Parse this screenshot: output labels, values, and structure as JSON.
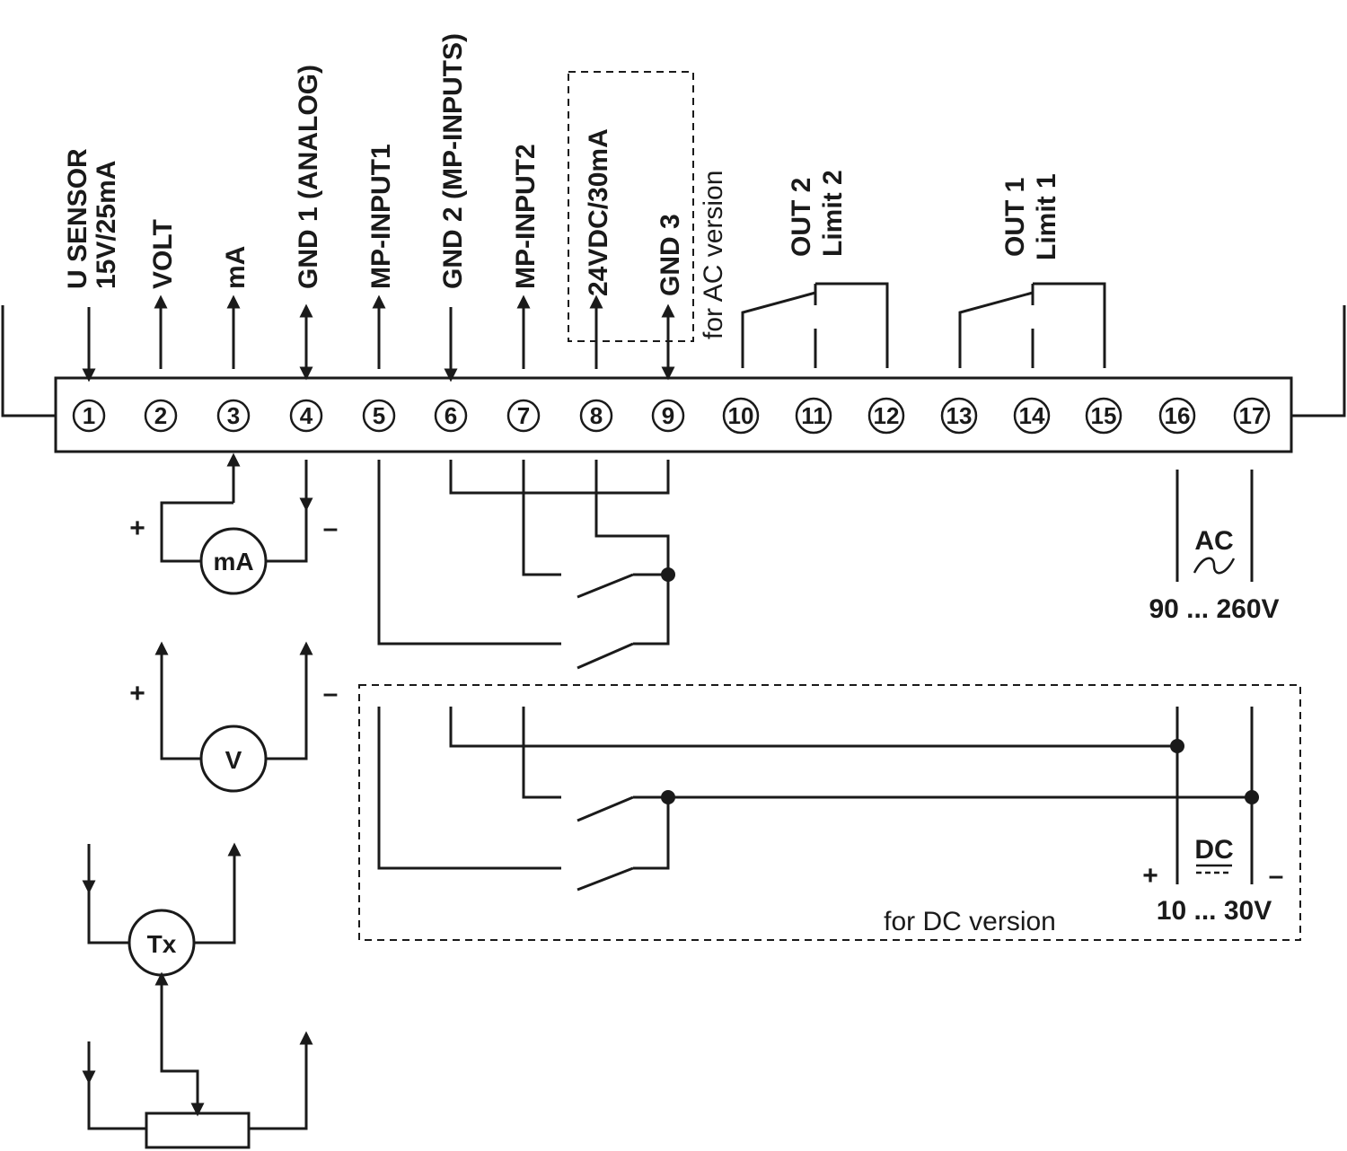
{
  "terminals": [
    "1",
    "2",
    "3",
    "4",
    "5",
    "6",
    "7",
    "8",
    "9",
    "10",
    "11",
    "12",
    "13",
    "14",
    "15",
    "16",
    "17"
  ],
  "terminal_labels": {
    "t1_line1": "U SENSOR",
    "t1_line2": "15V/25mA",
    "t2": "VOLT",
    "t3": "mA",
    "t4": "GND 1 (ANALOG)",
    "t5": "MP-INPUT1",
    "t6": "GND 2 (MP-INPUTS)",
    "t7": "MP-INPUT2",
    "t8": "24VDC/30mA",
    "t9": "GND 3",
    "ac_version": "for AC version",
    "out2_line1": "OUT 2",
    "out2_line2": "Limit 2",
    "out1_line1": "OUT 1",
    "out1_line2": "Limit 1"
  },
  "meters": {
    "ma_meter": "mA",
    "v_meter": "V",
    "transmitter": "Tx",
    "plus": "+",
    "minus": "–"
  },
  "power": {
    "ac_label": "AC",
    "ac_range": "90 ... 260V",
    "dc_label": "DC",
    "dc_range": "10 ... 30V",
    "dc_plus": "+",
    "dc_minus": "–",
    "dc_version": "for DC version"
  }
}
